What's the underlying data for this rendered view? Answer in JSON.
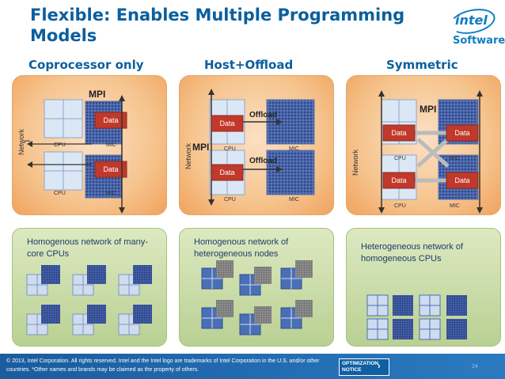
{
  "title": "Flexible: Enables Multiple Programming Models",
  "logo": {
    "brand": "intel",
    "sub": "Software"
  },
  "models": [
    {
      "heading": "Coprocessor only",
      "description": "Homogenous network of many-core CPUs",
      "labels": {
        "network": "Network",
        "mpi": "MPI",
        "data1": "Data",
        "data2": "Data",
        "cpu1": "CPU",
        "cpu2": "CPU",
        "mic1": "MIC",
        "mic2": "MIC"
      }
    },
    {
      "heading": "Host+Offload",
      "description": "Homogenous network of heterogeneous nodes",
      "labels": {
        "network": "Network",
        "mpi": "MPI",
        "offload1": "Offload",
        "offload2": "Offload",
        "data1": "Data",
        "data2": "Data",
        "cpu1": "CPU",
        "cpu2": "CPU",
        "mic1": "MIC",
        "mic2": "MIC"
      }
    },
    {
      "heading": "Symmetric",
      "description": "Heterogeneous network of homogeneous CPUs",
      "labels": {
        "network": "Network",
        "mpi": "MPI",
        "data1": "Data",
        "data2": "Data",
        "data3": "Data",
        "data4": "Data",
        "cpu1": "CPU",
        "cpu2": "CPU",
        "mic1": "MIC",
        "mic2": "MIC"
      }
    }
  ],
  "footer": {
    "copyright": "© 2013, Intel Corporation. All rights reserved. Intel and the Intel logo are trademarks of Intel Corporation in the U.S. and/or other countries. *Other names and brands may be claimed as the property of others.",
    "notice": "OPTIMIZATION NOTICE",
    "page": "24"
  },
  "colors": {
    "title": "#0b5f9e",
    "data_box": "#c0392b",
    "panel": "#f6c48e",
    "desc_box": "#c9dba6",
    "footer": "#1a5c9e"
  }
}
